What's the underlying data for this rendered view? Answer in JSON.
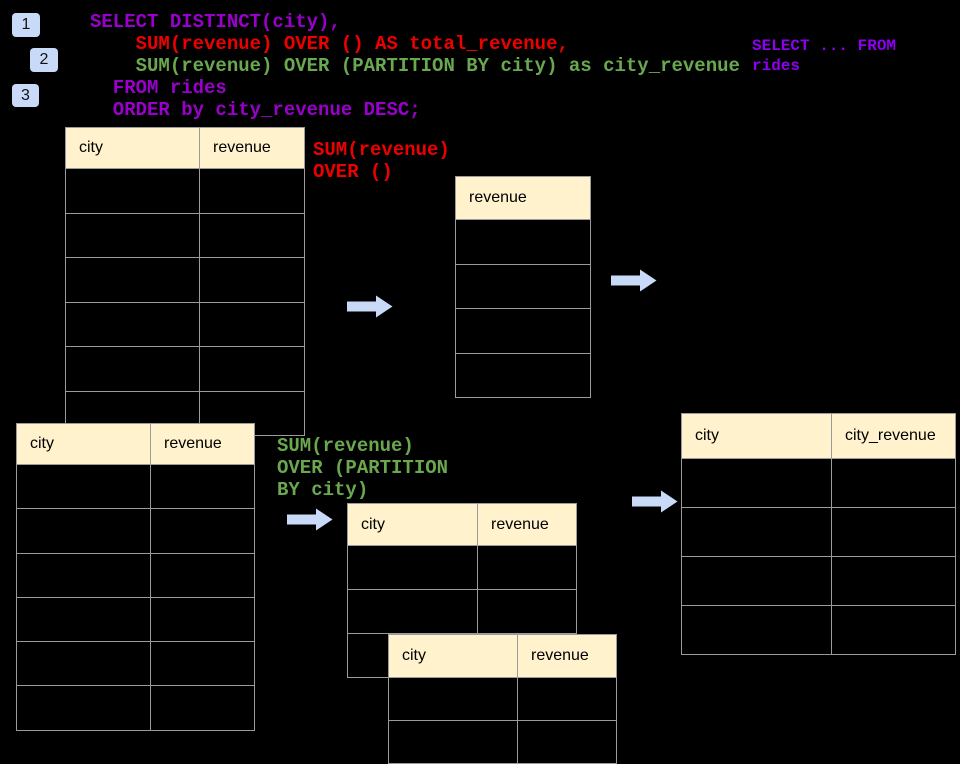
{
  "colors": {
    "background": "#000000",
    "purple": "#9900cc",
    "red": "#ee0000",
    "green": "#6aa84f",
    "violet": "#8e00f0",
    "arrow": "#c9daf8",
    "badge": "#c9daf8",
    "header": "#fff2cc",
    "border": "#9b9b9b",
    "text": "#000000"
  },
  "badges": [
    {
      "label": "1"
    },
    {
      "label": "2"
    },
    {
      "label": "3"
    }
  ],
  "code": {
    "lines": [
      {
        "text": "SELECT DISTINCT(city),",
        "color": "purple"
      },
      {
        "text": "    SUM(revenue) OVER () AS total_revenue,",
        "color": "red"
      },
      {
        "text": "    SUM(revenue) OVER (PARTITION BY city) as city_revenue",
        "color": "green"
      },
      {
        "text": "  FROM rides",
        "color": "purple"
      },
      {
        "text": "  ORDER by city_revenue DESC;",
        "color": "purple"
      }
    ]
  },
  "labels": {
    "select_from": {
      "text": "SELECT ... FROM\nrides",
      "color": "violet"
    },
    "total": {
      "text": "SUM(revenue)\nOVER ()",
      "color": "red"
    },
    "partition": {
      "text": "SUM(revenue)\nOVER (PARTITION\nBY city)",
      "color": "green"
    }
  },
  "tables": [
    {
      "id": "source-top",
      "columns": [
        "city",
        "revenue"
      ],
      "empty_rows": 6
    },
    {
      "id": "total-result",
      "columns": [
        "revenue"
      ],
      "empty_rows": 4
    },
    {
      "id": "source-bottom",
      "columns": [
        "city",
        "revenue"
      ],
      "empty_rows": 6
    },
    {
      "id": "partition-step",
      "columns": [
        "city",
        "revenue"
      ],
      "empty_rows": 3
    },
    {
      "id": "partition-step2",
      "columns": [
        "city",
        "revenue"
      ],
      "empty_rows": 2
    },
    {
      "id": "city-revenue-result",
      "columns": [
        "city",
        "city_revenue"
      ],
      "empty_rows": 4
    }
  ]
}
